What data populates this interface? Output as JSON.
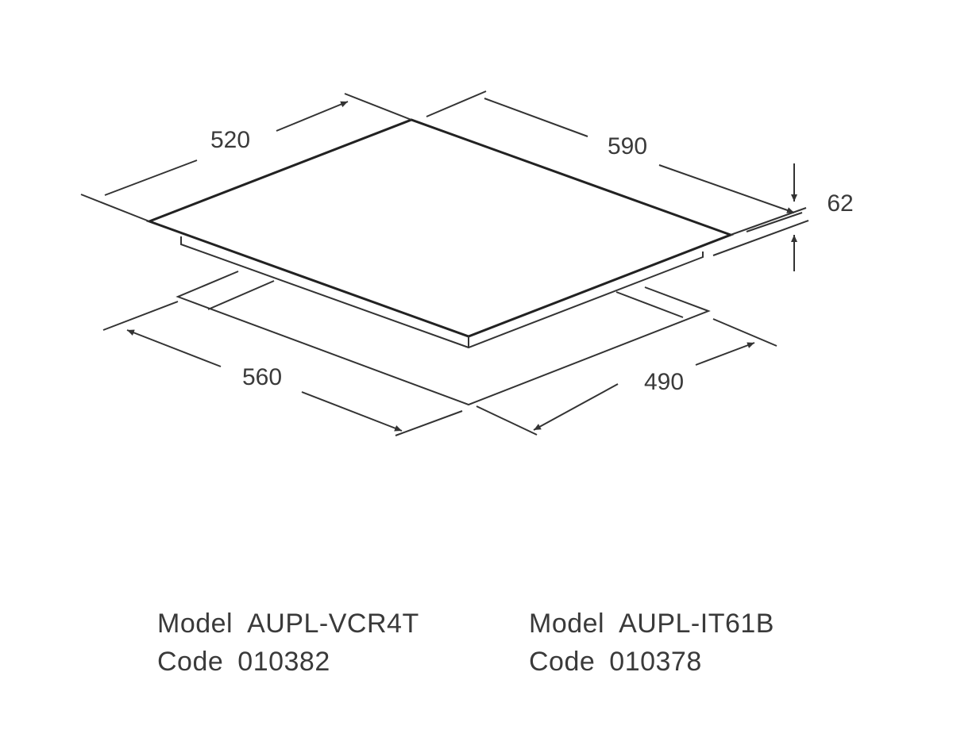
{
  "dimensions": {
    "depth_top": "520",
    "width_top": "590",
    "height": "62",
    "cutout_width": "560",
    "cutout_depth": "490"
  },
  "products": [
    {
      "model_label": "Model",
      "model": "AUPL-VCR4T",
      "code_label": "Code",
      "code": "010382"
    },
    {
      "model_label": "Model",
      "model": "AUPL-IT61B",
      "code_label": "Code",
      "code": "010378"
    }
  ]
}
